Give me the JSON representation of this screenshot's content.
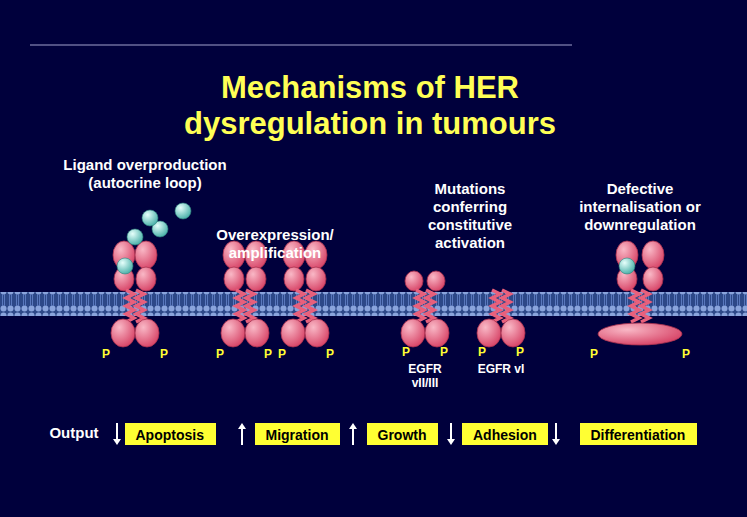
{
  "diagram": {
    "title": "Mechanisms of HER dysregulation in tumours",
    "nodes": [
      {
        "text": [
          "Apoptosis"
        ]
      },
      {
        "text": [
          "Migration"
        ]
      },
      {
        "text": [
          "Growth"
        ]
      },
      {
        "text": [
          "Adhesion"
        ]
      },
      {
        "text": [
          "Differentiation"
        ]
      }
    ],
    "labels": [
      "Ligand overproduction (autocrine loop)",
      "Overexpression/ amplification",
      "Mutations conferring constitutive activation",
      "Defective internalisation or downregulation",
      "P",
      "P",
      "P",
      "P",
      "P",
      "P",
      "P",
      "P",
      "P",
      "P",
      "P",
      "P",
      "EGFR vII/III",
      "EGFR vI",
      "Output"
    ]
  }
}
